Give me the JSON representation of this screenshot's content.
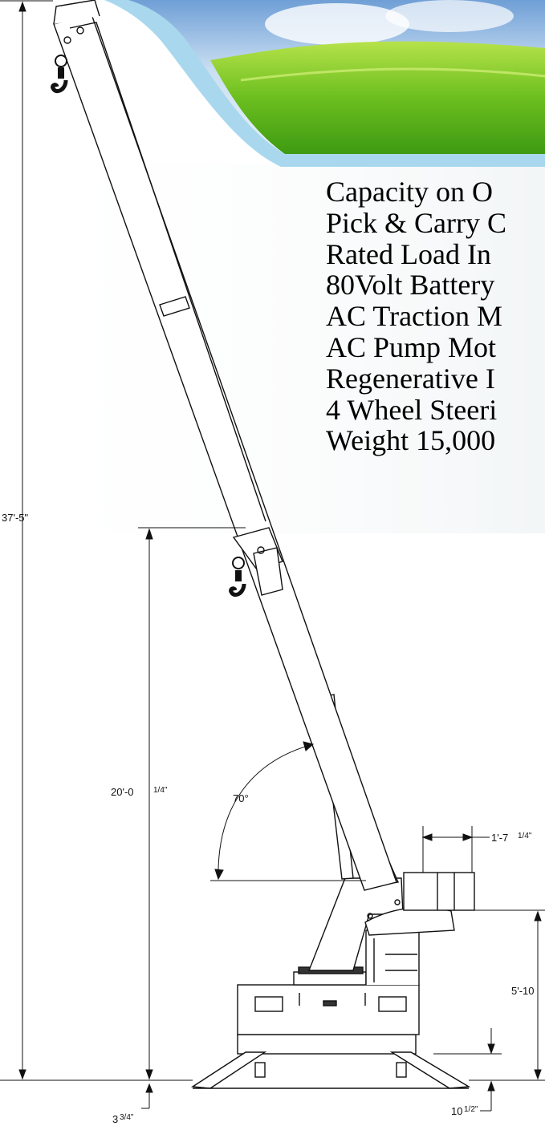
{
  "specs": [
    "Capacity on O",
    "Pick & Carry C",
    "Rated Load In",
    "80Volt Battery",
    "AC Traction M",
    "AC Pump Mot",
    "Regenerative I",
    "4 Wheel Steeri",
    "Weight 15,000"
  ],
  "dimensions": {
    "overall_height": "37'-5\"",
    "boom_pivot_height_main": "20'-0",
    "boom_pivot_height_frac": "1/4\"",
    "boom_angle": "70°",
    "counterweight_width_main": "1'-7",
    "counterweight_width_frac": "1/4\"",
    "body_height": "5'-10",
    "ground_clearance_main": "10",
    "ground_clearance_frac": "1/2\"",
    "base_depth_main": "3",
    "base_depth_frac": "3/4\""
  },
  "colors": {
    "sky_top": "#8db8e0",
    "grass": "#6fbf2a",
    "frame_blue": "#a9d8ee",
    "line": "#111111"
  }
}
